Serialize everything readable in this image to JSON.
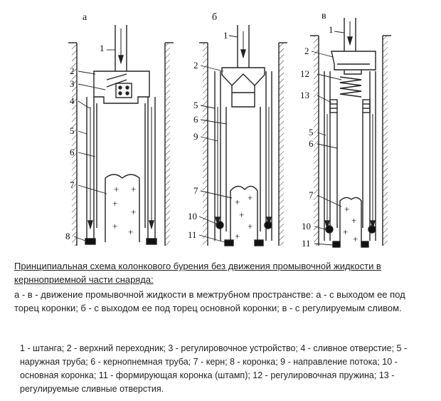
{
  "figure": {
    "panels": [
      {
        "letter": "а",
        "labels": [
          "1",
          "2",
          "3",
          "4",
          "5",
          "6",
          "7",
          "8"
        ]
      },
      {
        "letter": "б",
        "labels": [
          "1",
          "2",
          "5",
          "6",
          "9",
          "7",
          "10",
          "11"
        ]
      },
      {
        "letter": "в",
        "labels": [
          "1",
          "2",
          "12",
          "13",
          "5",
          "6",
          "7",
          "10",
          "11"
        ]
      }
    ]
  },
  "caption": {
    "title": "Принципиальная схема колонкового бурения без движения промывочной жидкости в кернноприемной части снаряда:",
    "description": "а - в - движение промывочной жидкости в межтрубном пространстве: а - с выходом ее под торец коронки; б - с выходом ее под торец основной коронки; в - с регулируемым сливом.",
    "legend": "1 - штанга; 2 - верхний переходник; 3 - регулировочное устройство; 4 - сливное отверстие; 5 - наружная труба; 6 - кернопнемная труба; 7 - керн; 8 - коронка; 9 - направление потока; 10 - основная коронка; 11 - формирующая коронка (штамп); 12 - регулировочная пружина; 13 - регулируемые сливные отверстия."
  }
}
